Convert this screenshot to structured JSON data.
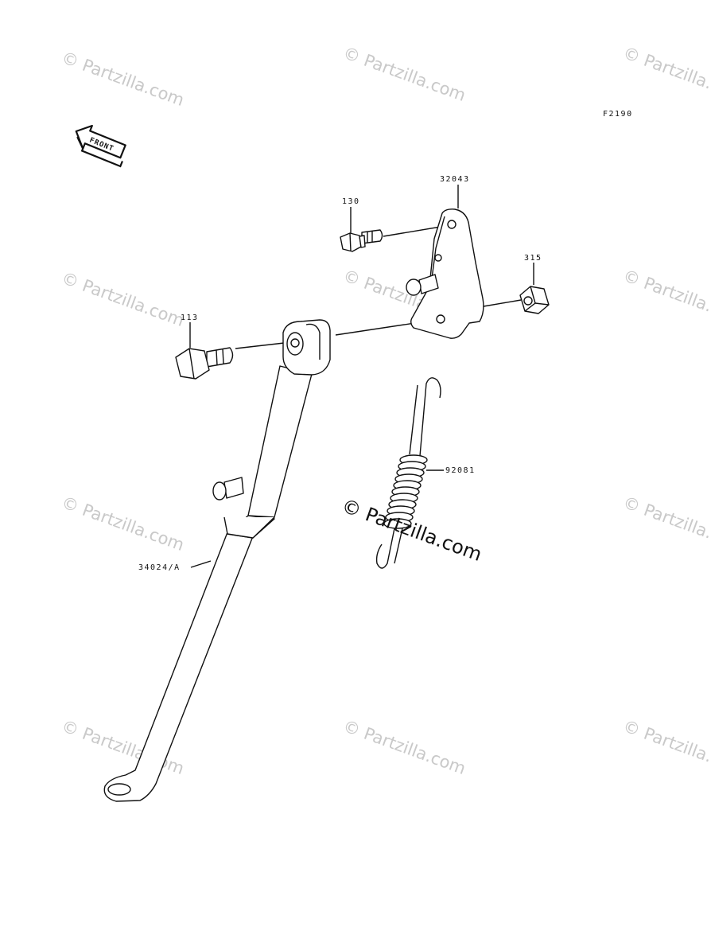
{
  "diagram_code": "F2190",
  "front_arrow_label": "FRONT",
  "watermark_text": "© Partzilla.com",
  "parts": {
    "p130": "130",
    "p32043": "32043",
    "p315": "315",
    "p113": "113",
    "p92081": "92081",
    "p34024": "34024/A"
  }
}
